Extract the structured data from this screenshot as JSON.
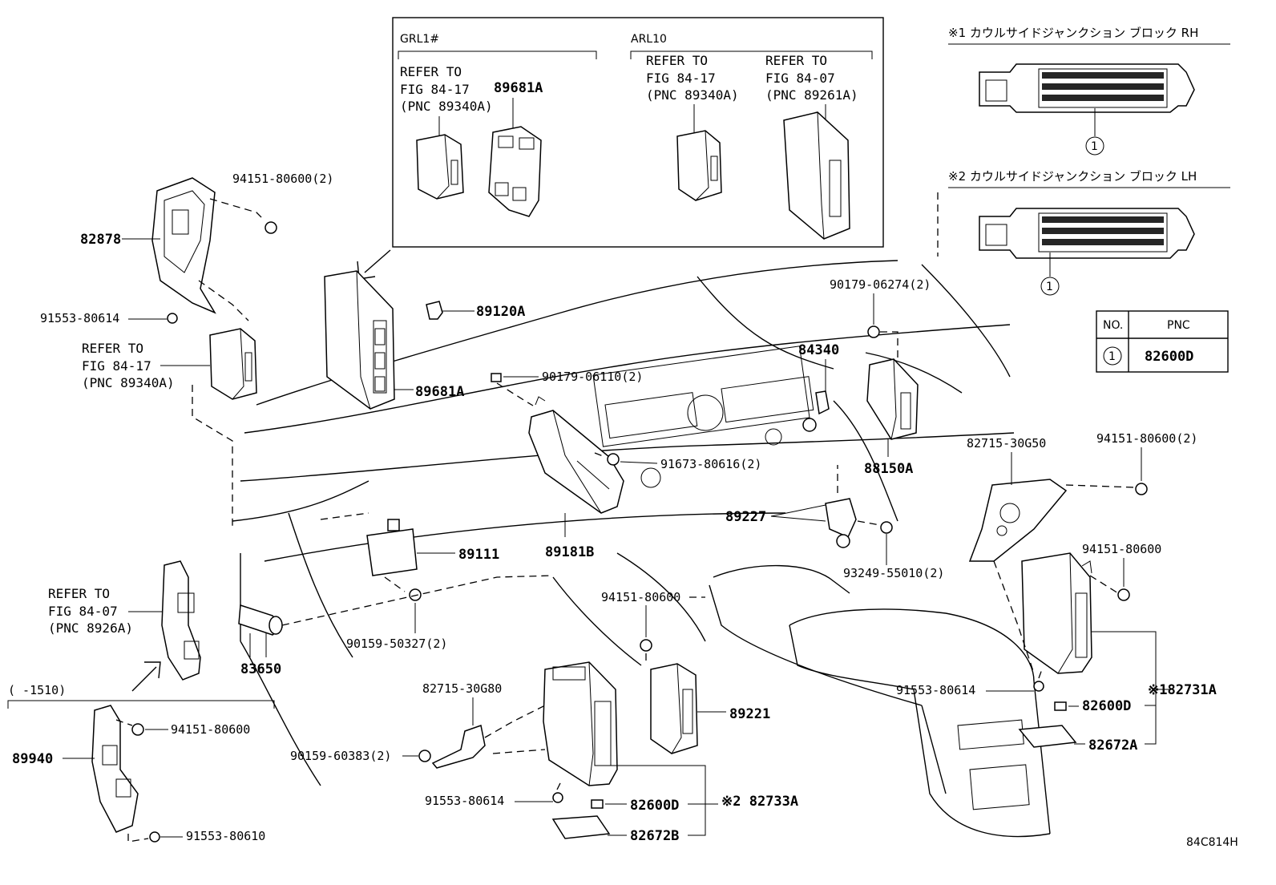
{
  "diagram_code": "84C814H",
  "inset": {
    "grl_label": "GRL1#",
    "arl_label": "ARL10",
    "grl_ref": [
      "REFER TO",
      "FIG 84-17",
      "(PNC 89340A)"
    ],
    "grl_part": "89681A",
    "arl_ref1": [
      "REFER TO",
      "FIG 84-17",
      "(PNC 89340A)"
    ],
    "arl_ref2": [
      "REFER TO",
      "FIG 84-07",
      "(PNC 89261A)"
    ]
  },
  "junction_blocks": {
    "rh_title": "※1 カウルサイドジャンクション ブロック RH",
    "lh_title": "※2 カウルサイドジャンクション ブロック LH",
    "callout_rh": "1",
    "callout_lh": "1"
  },
  "pnc_table": {
    "header_no": "NO.",
    "header_pnc": "PNC",
    "row_no": "1",
    "row_pnc": "82600D"
  },
  "labels": {
    "p82878": "82878",
    "p94151_80600_2a": "94151-80600(2)",
    "p91553_80614a": "91553-80614",
    "ref_left": [
      "REFER TO",
      "FIG 84-17",
      "(PNC 89340A)"
    ],
    "p89120A": "89120A",
    "p89681A": "89681A",
    "p90179_06110": "90179-06110(2)",
    "p90179_06274": "90179-06274(2)",
    "p84340": "84340",
    "p91673_80616": "91673-80616(2)",
    "p88150A": "88150A",
    "p82715_30G50": "82715-30G50",
    "p94151_80600_2b": "94151-80600(2)",
    "p89227": "89227",
    "p93249_55010": "93249-55010(2)",
    "p94151_80600_r": "94151-80600",
    "p89181B": "89181B",
    "p89111": "89111",
    "ref_fig8407": [
      "REFER TO",
      "FIG 84-07",
      "(PNC 8926A)"
    ],
    "p90159_50327": "90159-50327(2)",
    "p83650": "83650",
    "p94151_80600_c": "94151-80600",
    "range_note": "(     -1510)",
    "p94151_80600_l": "94151-80600",
    "p89940": "89940",
    "p91553_80610": "91553-80610",
    "p82715_30G80": "82715-30G80",
    "p90159_60383": "90159-60383(2)",
    "p91553_80614b": "91553-80614",
    "p89221": "89221",
    "p82600D_a": "82600D",
    "p82733A": "※2 82733A",
    "p82672B": "82672B",
    "p91553_80614c": "91553-80614",
    "p82600D_b": "82600D",
    "p82731A": "※182731A",
    "p82672A": "82672A"
  }
}
